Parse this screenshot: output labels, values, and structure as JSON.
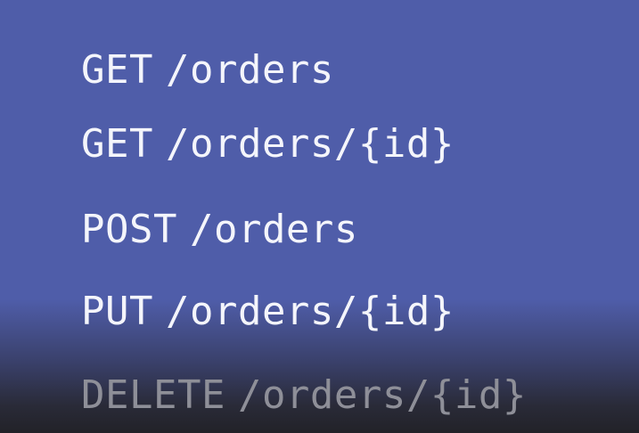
{
  "endpoints": [
    {
      "method": "GET",
      "path": "/orders"
    },
    {
      "method": "GET",
      "path": "/orders/{id}"
    },
    {
      "method": "POST",
      "path": "/orders"
    },
    {
      "method": "PUT",
      "path": "/orders/{id}"
    },
    {
      "method": "DELETE",
      "path": "/orders/{id}"
    }
  ],
  "colors": {
    "background": "#4f5da9",
    "text": "#f4f5fb",
    "faded_text": "#8e8f98"
  }
}
